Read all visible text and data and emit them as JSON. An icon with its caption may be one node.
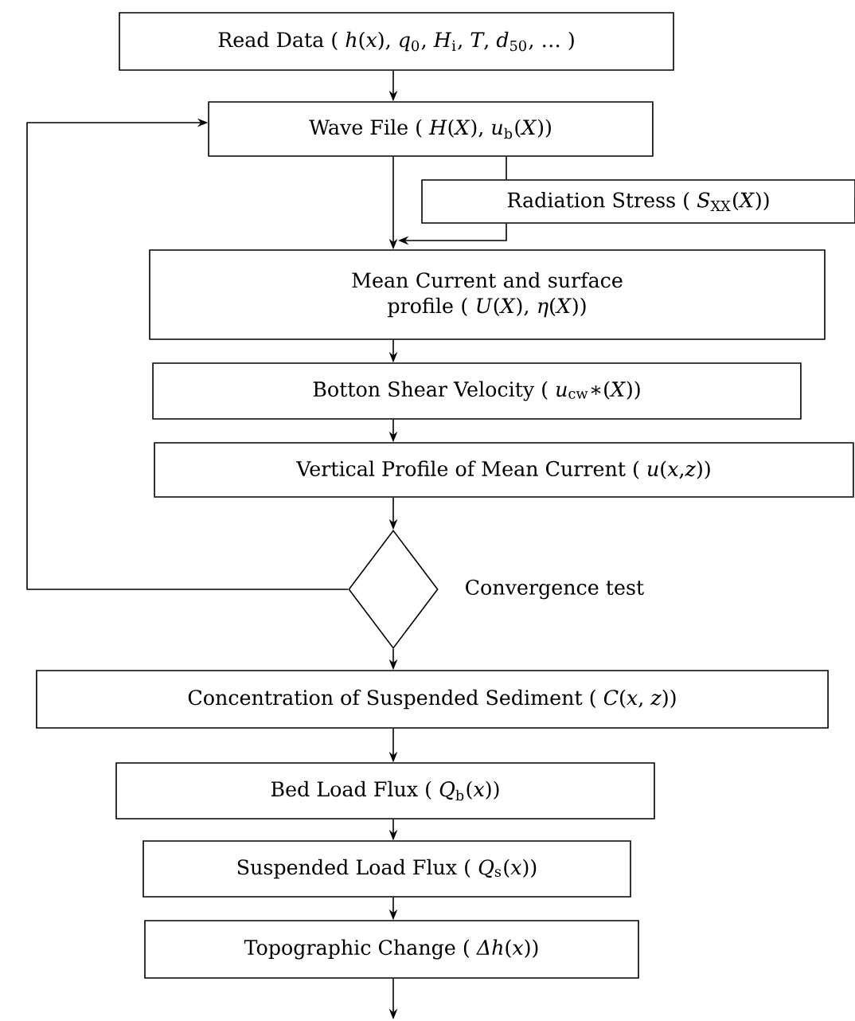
{
  "diagram": {
    "nodes": [
      {
        "text": [
          "Read Data ( *h*(*x*), *q*$_{0}$, *H*$_{i}$, *T*, *d*$_{50}$, … )"
        ]
      },
      {
        "text": [
          "Wave File ( *H*(*X*), *u*$_{b}$(*X*))"
        ]
      },
      {
        "text": [
          "Radiation Stress ( *S*$_{XX}$(*X*))"
        ]
      },
      {
        "text": [
          "Mean Current and surface profile ( *U*(*X*), *η*(*X*))"
        ]
      },
      {
        "text": [
          "Botton Shear Velocity ( *u*$_{cw}$∗(*X*))"
        ]
      },
      {
        "text": [
          "Vertical Profile of Mean Current ( *u*(*x*,*z*))"
        ]
      },
      {
        "text": [],
        "shape": "diamond",
        "beside": [
          "Convergence test"
        ]
      },
      {
        "text": [
          "Concentration of Suspended Sediment ( *C*(*x*, *z*))"
        ]
      },
      {
        "text": [
          "Bed Load Flux ( *Q*$_{b}$(*x*))"
        ]
      },
      {
        "text": [
          "Suspended Load Flux ( *Q*$_{s}$(*x*))"
        ]
      },
      {
        "text": [
          "Topographic Change ( *Δh*(*x*))"
        ]
      }
    ],
    "edges": [
      {
        "from": 0,
        "to": 1,
        "arrow": "to"
      },
      {
        "from": 1,
        "to": 3,
        "arrow": "to"
      },
      {
        "from": 1,
        "to": 2,
        "arrow": "none"
      },
      {
        "from": 2,
        "to": 3,
        "arrow": "to"
      },
      {
        "from": 3,
        "to": 4,
        "arrow": "to"
      },
      {
        "from": 4,
        "to": 5,
        "arrow": "to"
      },
      {
        "from": 5,
        "to": 6,
        "arrow": "to"
      },
      {
        "from": 6,
        "to": 1,
        "arrow": "to"
      },
      {
        "from": 6,
        "to": 7,
        "arrow": "to"
      },
      {
        "from": 7,
        "to": 8,
        "arrow": "to"
      },
      {
        "from": 8,
        "to": 9,
        "arrow": "to"
      },
      {
        "from": 9,
        "to": 10,
        "arrow": "to"
      },
      {
        "from": 10,
        "to": null,
        "arrow": "to"
      }
    ]
  }
}
